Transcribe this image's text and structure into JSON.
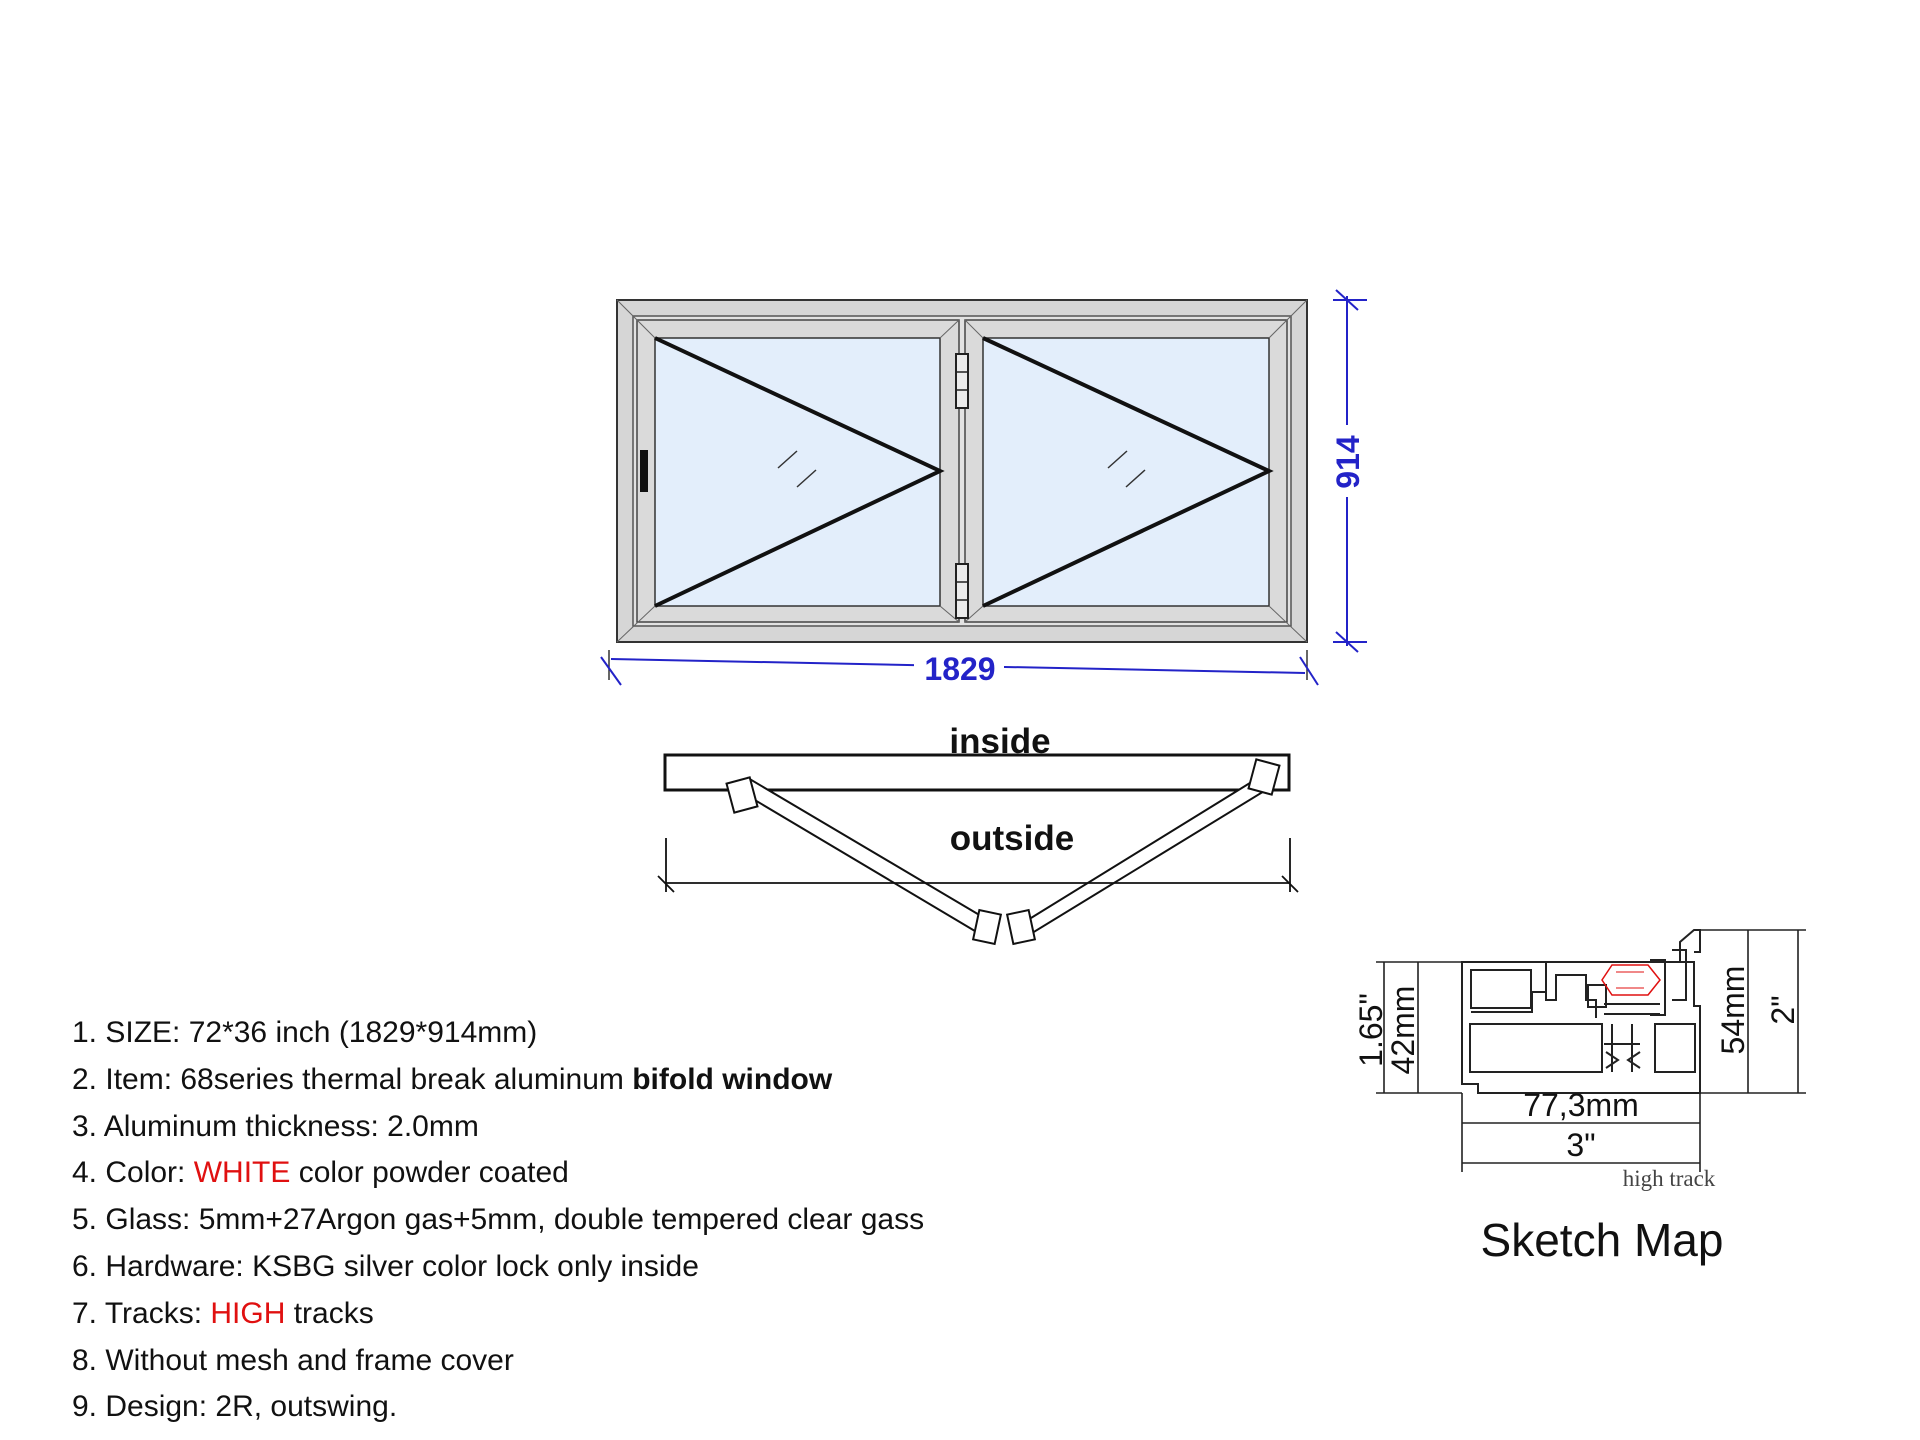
{
  "drawing": {
    "width_dim": "1829",
    "height_dim": "914",
    "inside_label": "inside",
    "outside_label": "outside"
  },
  "profile": {
    "dim_top_left_in": "1.65\"",
    "dim_top_left_mm": "42mm",
    "dim_right_mm": "54mm",
    "dim_right_in": "2\"",
    "dim_width_mm": "77,3mm",
    "dim_width_in": "3\"",
    "track_label": "high track",
    "caption": "Sketch Map"
  },
  "specs": [
    {
      "text": "1. SIZE: 72*36 inch (1829*914mm)"
    },
    {
      "pre": "2. Item: 68series thermal break aluminum ",
      "bold": "bifold window"
    },
    {
      "text": "3. Aluminum thickness: 2.0mm"
    },
    {
      "pre": "4. Color: ",
      "red": "WHITE",
      "post": " color powder coated"
    },
    {
      "text": "5. Glass: 5mm+27Argon gas+5mm, double tempered clear gass"
    },
    {
      "text": "6. Hardware: KSBG silver color lock only inside"
    },
    {
      "pre": "7. Tracks: ",
      "red": "HIGH",
      "post": " tracks"
    },
    {
      "text": "8. Without mesh and frame cover"
    },
    {
      "text": "9. Design: 2R, outswing."
    }
  ],
  "colors": {
    "dimension_blue": "#2323c8",
    "glass_blue": "#e3eefb",
    "frame_grey": "#d6d6d6",
    "accent_red": "#e01010"
  }
}
